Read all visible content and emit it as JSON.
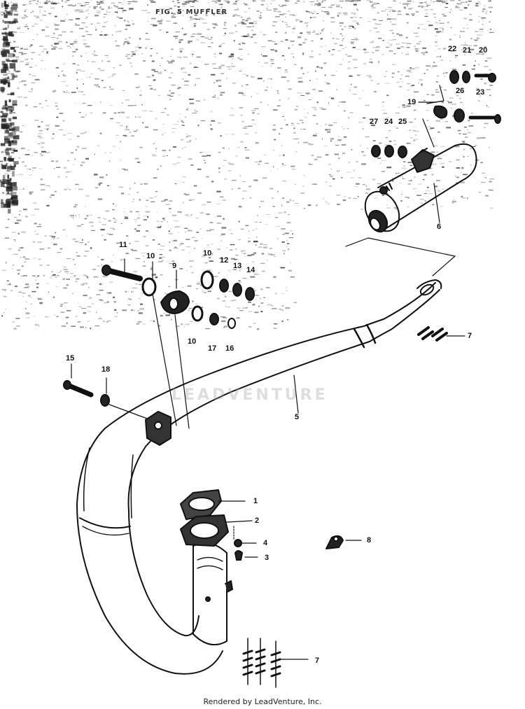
{
  "title": "FIG. 5 MUFFLER",
  "watermark": "LEADVENTURE",
  "footer": "Rendered by LeadVenture, Inc.",
  "callouts": [
    {
      "id": "22",
      "label": "22"
    },
    {
      "id": "21",
      "label": "21"
    },
    {
      "id": "20",
      "label": "20"
    },
    {
      "id": "19",
      "label": "19"
    },
    {
      "id": "26",
      "label": "26"
    },
    {
      "id": "23",
      "label": "23"
    },
    {
      "id": "27",
      "label": "27"
    },
    {
      "id": "24",
      "label": "24"
    },
    {
      "id": "25",
      "label": "25"
    },
    {
      "id": "6",
      "label": "6"
    },
    {
      "id": "11",
      "label": "11"
    },
    {
      "id": "10a",
      "label": "10"
    },
    {
      "id": "9",
      "label": "9"
    },
    {
      "id": "10b",
      "label": "10"
    },
    {
      "id": "12",
      "label": "12"
    },
    {
      "id": "13",
      "label": "13"
    },
    {
      "id": "14",
      "label": "14"
    },
    {
      "id": "10c",
      "label": "10"
    },
    {
      "id": "17",
      "label": "17"
    },
    {
      "id": "16",
      "label": "16"
    },
    {
      "id": "7a",
      "label": "7"
    },
    {
      "id": "15",
      "label": "15"
    },
    {
      "id": "18",
      "label": "18"
    },
    {
      "id": "5",
      "label": "5"
    },
    {
      "id": "1",
      "label": "1"
    },
    {
      "id": "2",
      "label": "2"
    },
    {
      "id": "4",
      "label": "4"
    },
    {
      "id": "3",
      "label": "3"
    },
    {
      "id": "8",
      "label": "8"
    },
    {
      "id": "7b",
      "label": "7"
    }
  ]
}
